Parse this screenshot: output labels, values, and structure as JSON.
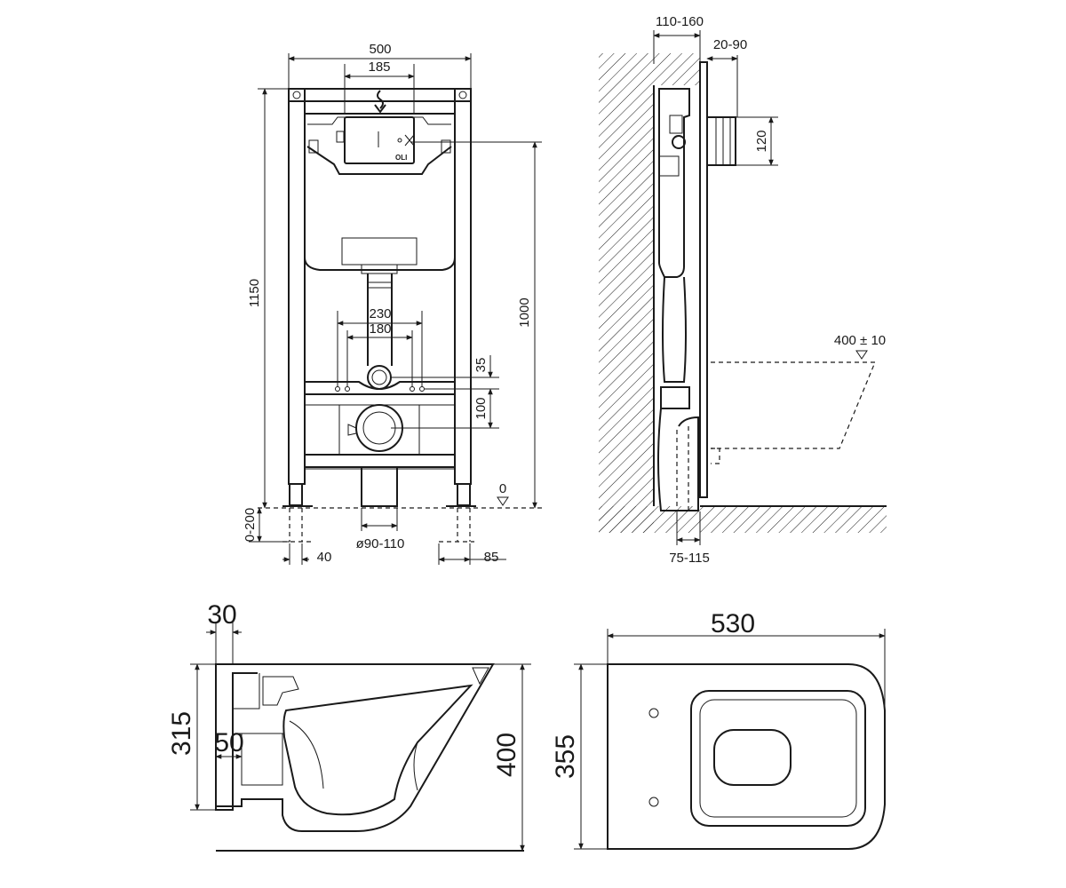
{
  "front_view": {
    "width_total": "500",
    "width_cistern": "185",
    "height_total": "1150",
    "height_button": "1000",
    "stud_outer": "230",
    "stud_inner": "180",
    "offset_upper": "35",
    "offset_lower": "100",
    "floor_level": "0",
    "leg_adjust": "0-200",
    "foot_left": "40",
    "foot_right": "85",
    "drain_diameter": "ø90-110",
    "brand_mark": "OLI"
  },
  "side_view": {
    "wall_gap": "110-160",
    "front_depth": "20-90",
    "flush_height": "120",
    "bowl_height": "400 ± 10",
    "drain_offset": "75-115"
  },
  "bowl_side_view": {
    "top_offset": "30",
    "height_rear": "315",
    "pipe_offset": "50",
    "height_front": "400"
  },
  "bowl_top_view": {
    "length": "530",
    "width": "355"
  }
}
